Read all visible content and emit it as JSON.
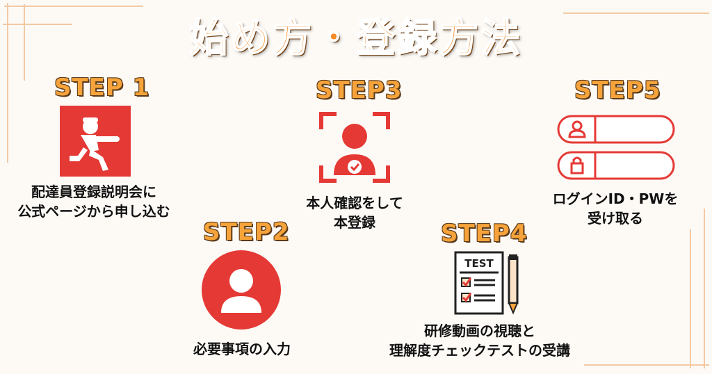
{
  "title": "始め方・登録方法",
  "colors": {
    "accent": "#e53935",
    "title_orange": "#f58a25",
    "step_orange": "#f5a33a"
  },
  "steps": [
    {
      "label": "STEP 1",
      "icon": "running-person-icon",
      "caption_lines": [
        "配達員登録説明会に",
        "公式ページから申し込む"
      ]
    },
    {
      "label": "STEP2",
      "icon": "user-profile-icon",
      "caption_lines": [
        "必要事項の入力"
      ]
    },
    {
      "label": "STEP3",
      "icon": "face-verification-icon",
      "caption_lines": [
        "本人確認をして",
        "本登録"
      ]
    },
    {
      "label": "STEP4",
      "icon": "test-checklist-icon",
      "test_text": "TEST",
      "caption_lines": [
        "研修動画の視聴と",
        "理解度チェックテストの受講"
      ]
    },
    {
      "label": "STEP5",
      "icon": "login-form-icon",
      "caption_lines": [
        "ログインID・PWを",
        "受け取る"
      ]
    }
  ]
}
